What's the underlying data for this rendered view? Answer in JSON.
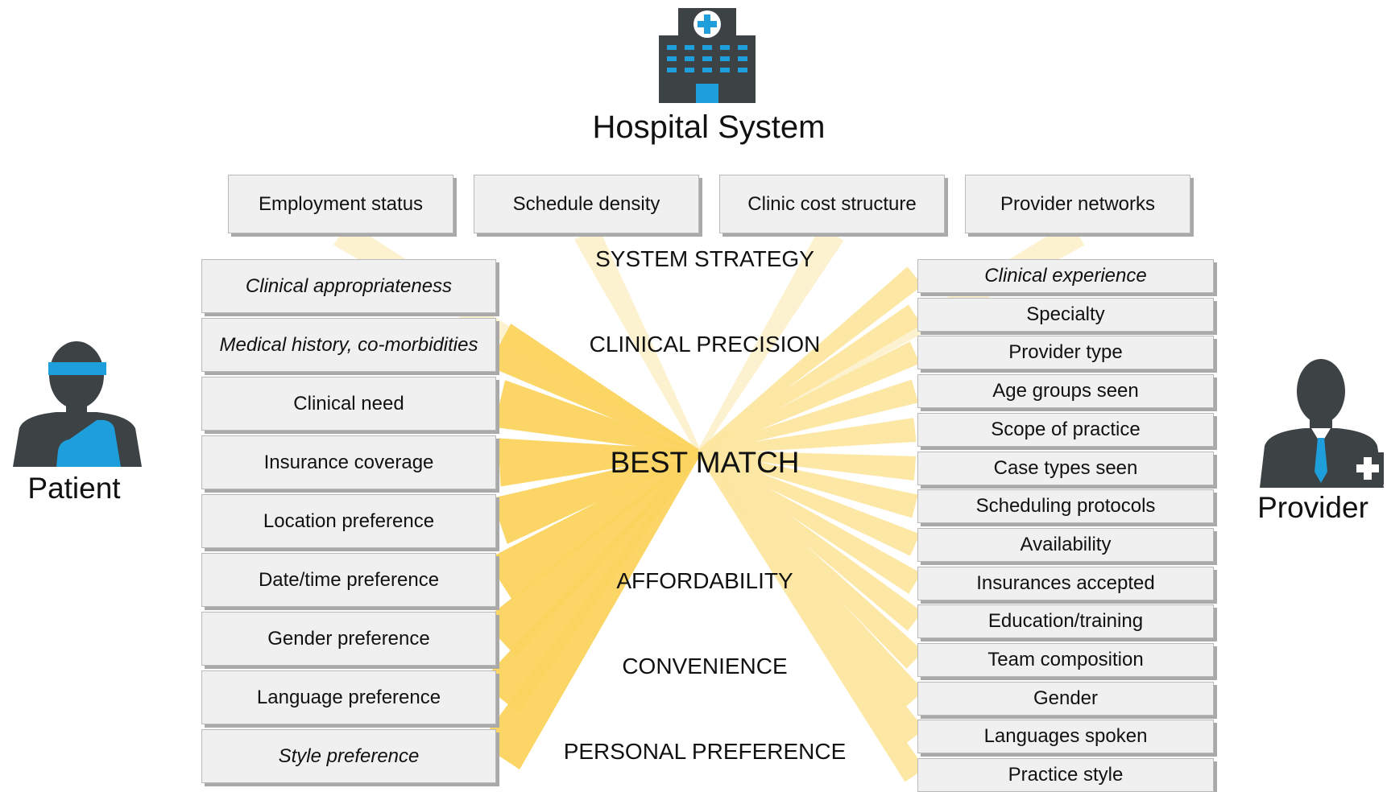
{
  "title": "Hospital System",
  "center_label": "BEST MATCH",
  "patient_label": "Patient",
  "provider_label": "Provider",
  "layers": [
    "SYSTEM STRATEGY",
    "CLINICAL PRECISION",
    "AFFORDABILITY",
    "CONVENIENCE",
    "PERSONAL PREFERENCE"
  ],
  "system_factors": [
    "Employment status",
    "Schedule density",
    "Clinic cost structure",
    "Provider networks"
  ],
  "patient_factors": [
    {
      "label": "Clinical appropriateness",
      "italic": true
    },
    {
      "label": "Medical history, co-morbidities",
      "italic": true
    },
    {
      "label": "Clinical need",
      "italic": false
    },
    {
      "label": "Insurance coverage",
      "italic": false
    },
    {
      "label": "Location preference",
      "italic": false
    },
    {
      "label": "Date/time preference",
      "italic": false
    },
    {
      "label": "Gender preference",
      "italic": false
    },
    {
      "label": "Language preference",
      "italic": false
    },
    {
      "label": "Style preference",
      "italic": true
    }
  ],
  "provider_factors": [
    {
      "label": "Clinical experience",
      "italic": true
    },
    {
      "label": "Specialty",
      "italic": false
    },
    {
      "label": "Provider type",
      "italic": false
    },
    {
      "label": "Age groups seen",
      "italic": false
    },
    {
      "label": "Scope of practice",
      "italic": false
    },
    {
      "label": "Case types seen",
      "italic": false
    },
    {
      "label": "Scheduling protocols",
      "italic": false
    },
    {
      "label": "Availability",
      "italic": false
    },
    {
      "label": "Insurances accepted",
      "italic": false
    },
    {
      "label": "Education/training",
      "italic": false
    },
    {
      "label": "Team composition",
      "italic": false
    },
    {
      "label": "Gender",
      "italic": false
    },
    {
      "label": "Languages spoken",
      "italic": false
    },
    {
      "label": "Practice style",
      "italic": false
    }
  ],
  "colors": {
    "patient_ray": "#fbd45f",
    "provider_ray": "#fde6a0",
    "system_ray": "#fdf0c8",
    "icon_dark": "#3d4245",
    "accent_blue": "#1e9fdc"
  }
}
